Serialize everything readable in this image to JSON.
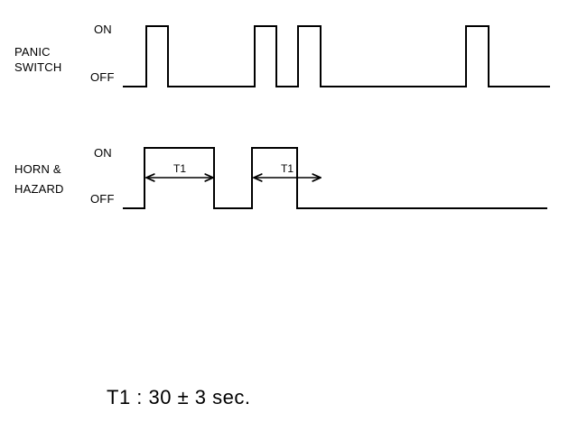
{
  "panic_switch": {
    "label_line1": "PANIC",
    "label_line2": "SWITCH",
    "on_label": "ON",
    "off_label": "OFF"
  },
  "horn_hazard": {
    "label_line1": "HORN &",
    "label_line2": "HAZARD",
    "on_label": "ON",
    "off_label": "OFF",
    "interval_label_1": "T1",
    "interval_label_2": "T1"
  },
  "note": "T1 : 30 ± 3 sec."
}
